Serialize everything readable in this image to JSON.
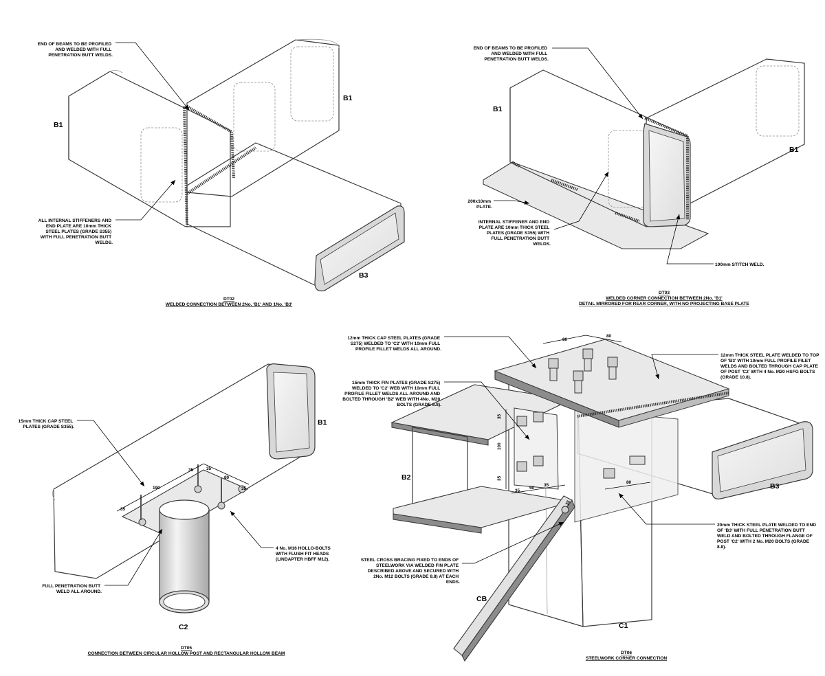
{
  "dt02": {
    "note_top": [
      "END OF BEAMS TO BE PROFILED",
      "AND WELDED WITH FULL",
      "PENETRATION BUTT WELDS."
    ],
    "note_bottom": [
      "ALL INTERNAL STIFFENERS AND",
      "END PLATE ARE 10mm THICK",
      "STEEL PLATES (GRADE S355)",
      "WITH FULL PENETRATION BUTT",
      "WELDS."
    ],
    "labels": {
      "b1_left": "B1",
      "b1_right": "B1",
      "b3": "B3"
    },
    "caption_id": "DT02",
    "caption": "WELDED CONNECTION BETWEEN 2No. 'B1' AND 1No. 'B3'"
  },
  "dt03": {
    "note_top": [
      "END OF BEAMS TO BE PROFILED",
      "AND WELDED WITH FULL",
      "PENETRATION BUTT WELDS."
    ],
    "note_plate": [
      "200x10mm",
      "PLATE."
    ],
    "note_stiffener": [
      "INTERNAL STIFFENER AND END",
      "PLATE ARE 10mm THICK STEEL",
      "PLATES (GRADE S355) WITH",
      "FULL PENETRATION BUTT",
      "WELDS."
    ],
    "note_stitch": "100mm STITCH WELD.",
    "labels": {
      "b1_left": "B1",
      "b1_right": "B1"
    },
    "caption_id": "DT03",
    "caption": "WELDED CORNER CONNECTION BETWEEN 2No. 'B1'",
    "caption_sub": "DETAIL MIRRORED FOR REAR CORNER, WITH NO PROJECTING BASE PLATE"
  },
  "dt05": {
    "note_cap": [
      "15mm THICK CAP STEEL",
      "PLATES (GRADE S355)."
    ],
    "note_bolts": [
      "4 No. M16 HOLLO-BOLTS",
      "WITH FLUSH FIT HEADS",
      "(LINDAPTER HBFF M12)."
    ],
    "note_weld": [
      "FULL PENETRATION BUTT",
      "WELD ALL AROUND."
    ],
    "dims": {
      "d35a": "35",
      "d190": "190",
      "d35b": "35",
      "d35c": "35",
      "d80": "80",
      "d35d": "35"
    },
    "labels": {
      "b1": "B1",
      "c2": "C2"
    },
    "caption_id": "DT05",
    "caption": "CONNECTION BETWEEN CIRCULAR HOLLOW POST AND RECTANGULAR HOLLOW BEAM"
  },
  "dt06": {
    "note_cap": [
      "12mm THICK CAP STEEL PLATES (GRADE",
      "S275)  WELDED TO 'C2' WITH 10mm FULL",
      "PROFILE FILLET WELDS ALL AROUND."
    ],
    "note_fin": [
      "15mm THICK FIN PLATES (GRADE S275)",
      "WELDED TO 'C2' WEB WITH 10mm FULL",
      "PROFILE FILLET WELDS ALL AROUND AND",
      "BOLTED THROUGH 'B2' WEB WITH 4No. M20",
      "BOLTS (GRADE 8.8)."
    ],
    "note_top_plate": [
      "12mm THICK STEEL PLATE WELDED TO TOP",
      "OF 'B3' WITH 10mm FULL PROFILE FILET",
      "WELDS AND BOLTED THROUGH CAP PLATE",
      "OF POST 'C2' WITH 4 No. M20 HSFG BOLTS",
      "(GRADE 10.8)."
    ],
    "note_end_plate": [
      "20mm THICK STEEL PLATE WELDED TO END",
      "OF 'B3' WITH FULL PENETRATION BUTT",
      "WELD AND BOLTED THROUGH FLANGE OF",
      "POST 'C2' WITH 2 No. M20 BOLTS (GRADE",
      "8.8)."
    ],
    "note_bracing": [
      "STEEL CROSS BRACING FIXED TO ENDS OF",
      "STEELWORK VIA WELDED FIN PLATE",
      "DESCRIBED ABOVE AND SECURED WITH",
      "2No. M12 BOLTS (GRADE 8.8) AT EACH",
      "ENDS."
    ],
    "dims": {
      "top80a": "80",
      "top80b": "80",
      "v35a": "35",
      "v100": "100",
      "v35b": "35",
      "h35a": "35",
      "h50": "50",
      "h35b": "35",
      "b3_80": "80",
      "cb35": "35"
    },
    "labels": {
      "b2": "B2",
      "b3": "B3",
      "c1": "C1",
      "cb": "CB"
    },
    "caption_id": "DT06",
    "caption": "STEELWORK CORNER CONNECTION"
  }
}
